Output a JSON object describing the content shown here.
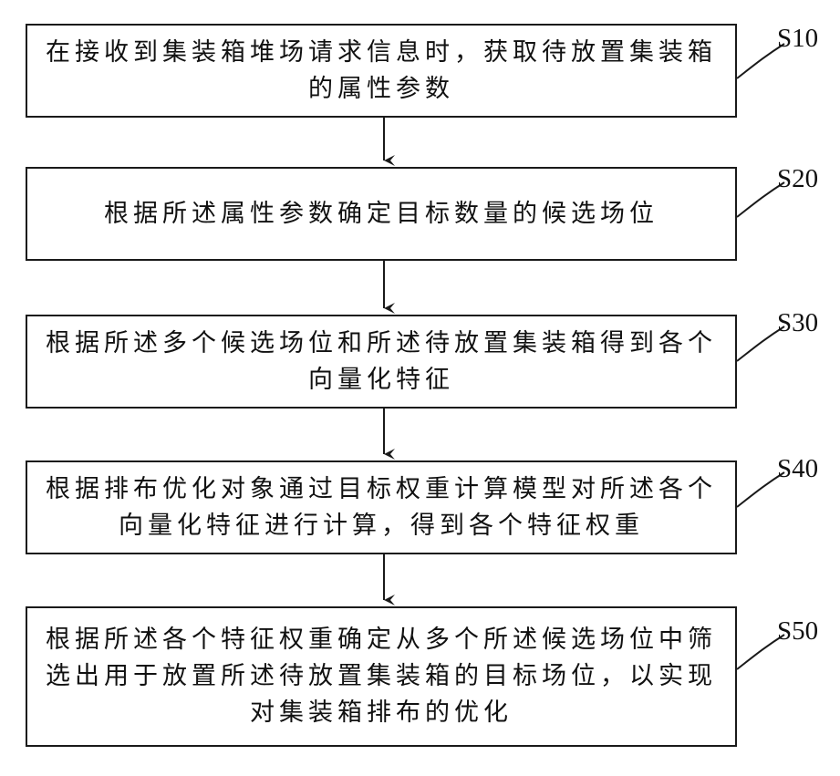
{
  "flowchart": {
    "steps": [
      {
        "id": "S10",
        "label": "S10",
        "text": "在接收到集装箱堆场请求信息时，获取待放置集装箱的属性参数"
      },
      {
        "id": "S20",
        "label": "S20",
        "text": "根据所述属性参数确定目标数量的候选场位"
      },
      {
        "id": "S30",
        "label": "S30",
        "text": "根据所述多个候选场位和所述待放置集装箱得到各个向量化特征"
      },
      {
        "id": "S40",
        "label": "S40",
        "text": "根据排布优化对象通过目标权重计算模型对所述各个向量化特征进行计算，得到各个特征权重"
      },
      {
        "id": "S50",
        "label": "S50",
        "text": "根据所述各个特征权重确定从多个所述候选场位中筛选出用于放置所述待放置集装箱的目标场位，以实现对集装箱排布的优化"
      }
    ]
  }
}
